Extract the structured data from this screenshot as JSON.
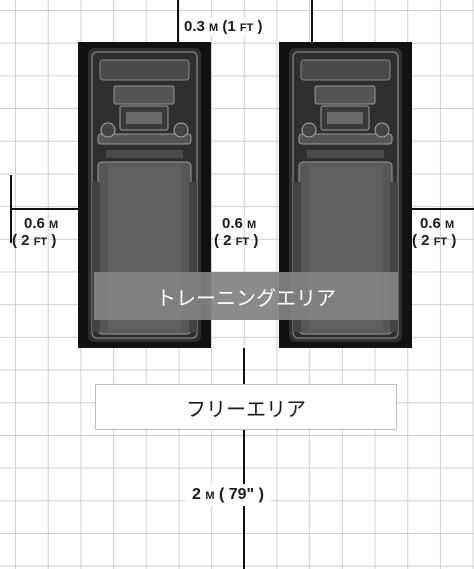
{
  "dimensions": {
    "top_gap": {
      "value": "0.3",
      "unit": "M",
      "paren_value": "(1",
      "paren_unit": "FT",
      "close": ")"
    },
    "left_side": {
      "value": "0.6",
      "unit": "M",
      "line2": "( 2",
      "unit2": "FT",
      "close": ")"
    },
    "middle_gap": {
      "value": "0.6",
      "unit": "M",
      "line2": "( 2",
      "unit2": "FT",
      "close": ")"
    },
    "right_side": {
      "value": "0.6",
      "unit": "M",
      "line2": "( 2",
      "unit2": "FT",
      "close": ")"
    },
    "rear_clearance": {
      "value": "2",
      "unit": "M",
      "paren": "( 79\" )"
    }
  },
  "areas": {
    "training": "トレーニングエリア",
    "free": "フリーエリア"
  },
  "icons": [
    "treadmill-icon"
  ],
  "colors": {
    "bay": "#111111",
    "band": "#828282",
    "grid": "#cfcfcf"
  }
}
